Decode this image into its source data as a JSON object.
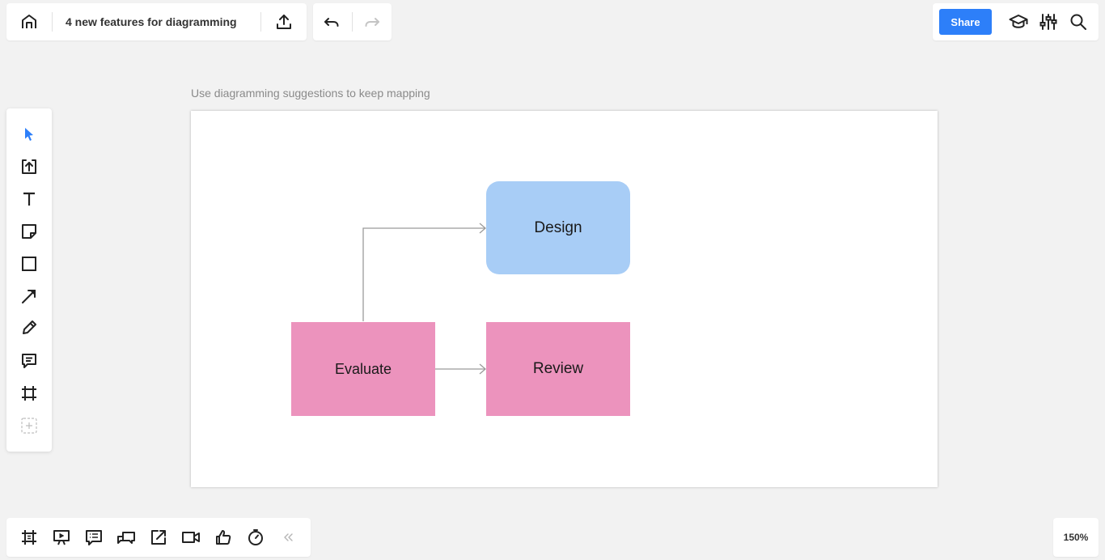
{
  "header": {
    "board_title": "4 new features for diagramming",
    "share_label": "Share",
    "icons": [
      "home-icon",
      "export-icon",
      "undo-icon",
      "redo-icon",
      "learning-center-icon",
      "settings-icon",
      "search-icon"
    ]
  },
  "left_toolbar": {
    "tools": [
      "select-icon",
      "upload-icon",
      "text-icon",
      "sticky-note-icon",
      "shape-icon",
      "connection-line-icon",
      "pen-icon",
      "comment-icon",
      "frame-icon",
      "more-tools-icon"
    ]
  },
  "canvas": {
    "frame_title": "Use diagramming suggestions to keep mapping",
    "nodes": {
      "design": "Design",
      "evaluate": "Evaluate",
      "review": "Review"
    }
  },
  "bottom_toolbar": {
    "icons": [
      "frames-icon",
      "presentation-icon",
      "card-list-icon",
      "chat-icon",
      "share-screen-icon",
      "video-call-icon",
      "voting-icon",
      "timer-icon",
      "collapse-icon"
    ],
    "zoom_level": "150%"
  },
  "colors": {
    "accent": "#2d7ff9",
    "design_fill": "#a8cdf6",
    "evaluate_fill": "#ec93bd",
    "review_fill": "#ec93bd",
    "canvas_bg": "#f2f2f2"
  }
}
